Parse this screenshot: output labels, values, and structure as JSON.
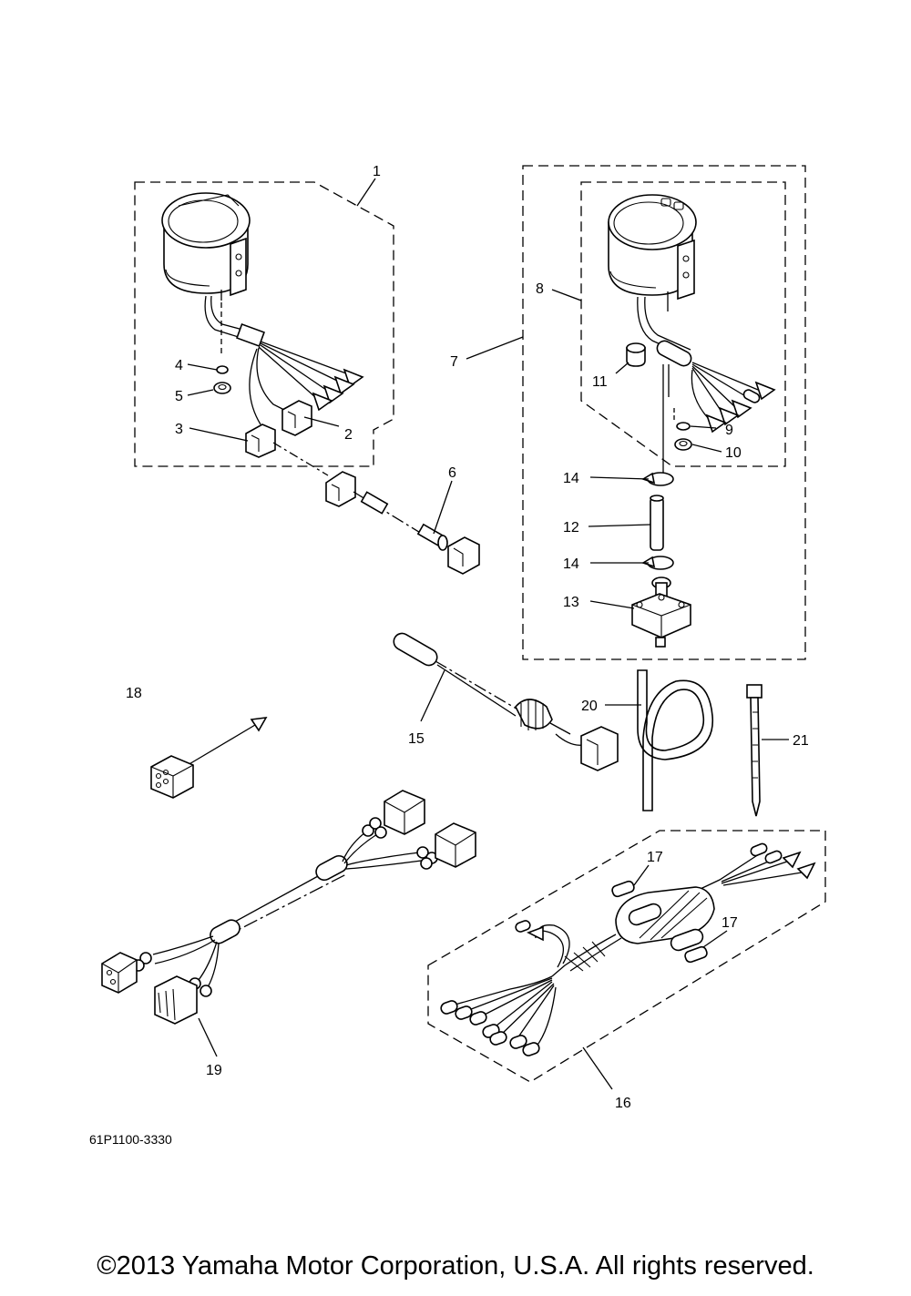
{
  "diagram_code": "61P1100-3330",
  "copyright": "©2013 Yamaha Motor Corporation, U.S.A. All rights reserved.",
  "callouts": [
    "1",
    "2",
    "3",
    "4",
    "5",
    "6",
    "7",
    "8",
    "9",
    "10",
    "11",
    "12",
    "13",
    "14",
    "14",
    "15",
    "16",
    "17",
    "17",
    "18",
    "19",
    "20",
    "21"
  ]
}
